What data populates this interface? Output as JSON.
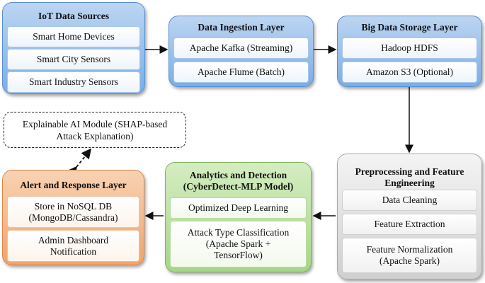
{
  "iot": {
    "title": "IoT Data Sources",
    "items": [
      "Smart Home Devices",
      "Smart City Sensors",
      "Smart Industry Sensors"
    ]
  },
  "ingestion": {
    "title": "Data Ingestion Layer",
    "items": [
      "Apache Kafka (Streaming)",
      "Apache Flume (Batch)"
    ]
  },
  "storage": {
    "title": "Big Data Storage Layer",
    "items": [
      "Hadoop HDFS",
      "Amazon S3 (Optional)"
    ]
  },
  "preprocessing": {
    "title_line1": "Preprocessing and Feature",
    "title_line2": "Engineering",
    "items": [
      "Data Cleaning",
      "Feature Extraction"
    ],
    "item3_line1": "Feature Normalization",
    "item3_line2": "(Apache Spark)"
  },
  "analytics": {
    "title_line1": "Analytics and Detection",
    "title_line2": "(CyberDetect-MLP Model)",
    "item1": "Optimized Deep Learning",
    "item2_line1": "Attack Type Classification",
    "item2_line2": "(Apache Spark +",
    "item2_line3": "TensorFlow)"
  },
  "alert": {
    "title": "Alert and Response Layer",
    "item1_line1": "Store in NoSQL DB",
    "item1_line2": "(MongoDB/Cassandra)",
    "item2_line1": "Admin Dashboard",
    "item2_line2": "Notification"
  },
  "xai": {
    "line1": "Explainable AI Module (SHAP-based",
    "line2": "Attack Explanation)"
  }
}
